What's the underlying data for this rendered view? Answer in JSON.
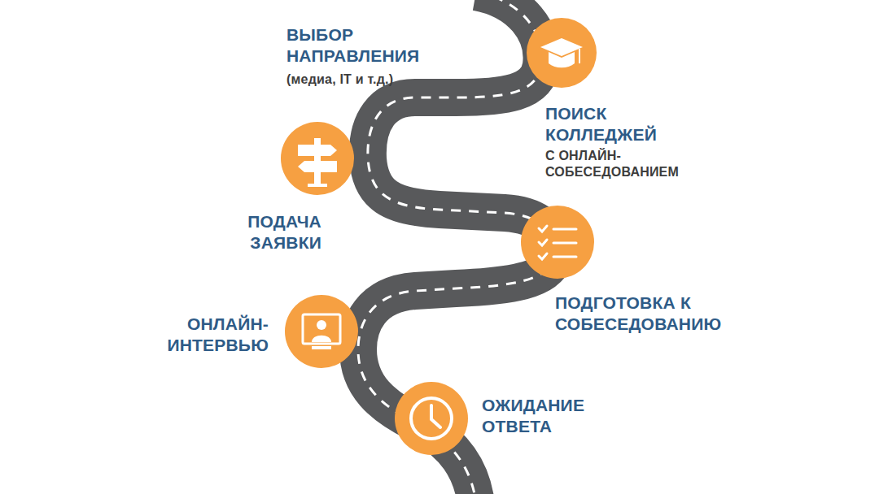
{
  "diagram": {
    "labels": [
      "ВЫБОР НАПРАВЛЕНИЯ",
      "(медиа, IT и т.д.)",
      "ПОИСК КОЛЛЕДЖЕЙ",
      "С ОНЛАЙН- СОБЕСЕДОВАНИЕМ",
      "ПОДАЧА ЗАЯВКИ",
      "ПОДГОТОВКА К СОБЕСЕДОВАНИЮ",
      "ОНЛАЙН- ИНТЕРВЬЮ",
      "ОЖИДАНИЕ ОТВЕТА"
    ]
  }
}
